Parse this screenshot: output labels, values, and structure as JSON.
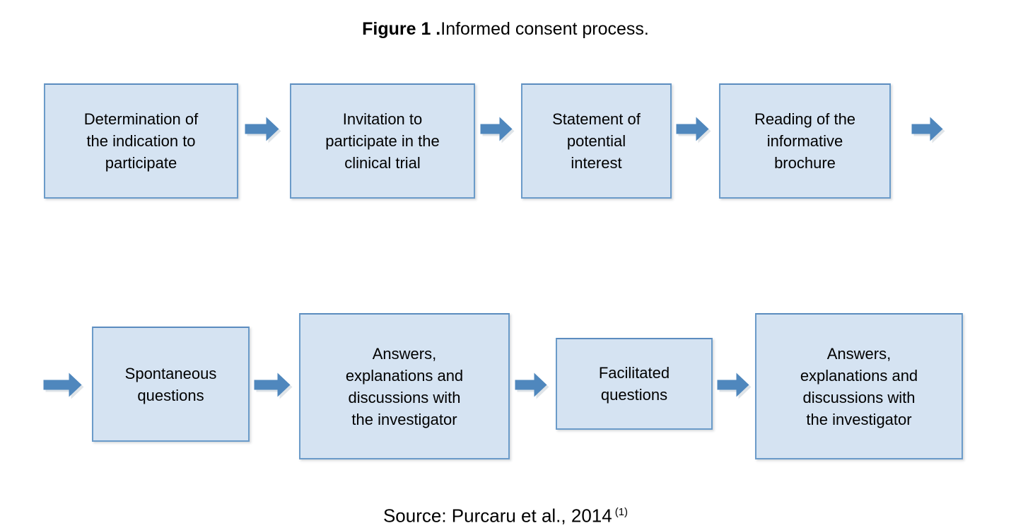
{
  "figure": {
    "title_label": "Figure 1 .",
    "title_caption": "Informed consent process.",
    "source_text": "Source: Purcaru et al., 2014",
    "source_superscript": "(1)",
    "colors": {
      "box_fill": "#d5e3f2",
      "box_border": "#6b9bc9",
      "arrow": "#4f87bd",
      "text": "#000000",
      "background": "#ffffff"
    }
  },
  "flowchart": {
    "type": "process-flow",
    "rows": [
      {
        "name": "row-1",
        "boxes": [
          {
            "id": "box-1",
            "text": "Determination of\nthe indication to\nparticipate"
          },
          {
            "id": "box-2",
            "text": "Invitation to\nparticipate in the\nclinical trial"
          },
          {
            "id": "box-3",
            "text": "Statement of\npotential\ninterest"
          },
          {
            "id": "box-4",
            "text": "Reading of the\ninformative\nbrochure"
          }
        ],
        "arrows": [
          "box-1-to-box-2",
          "box-2-to-box-3",
          "box-3-to-box-4",
          "box-4-to-continuation"
        ]
      },
      {
        "name": "row-2",
        "boxes": [
          {
            "id": "box-5",
            "text": "Spontaneous\nquestions"
          },
          {
            "id": "box-6",
            "text": "Answers,\nexplanations and\ndiscussions with\nthe investigator"
          },
          {
            "id": "box-7",
            "text": "Facilitated\nquestions"
          },
          {
            "id": "box-8",
            "text": "Answers,\nexplanations and\ndiscussions with\nthe investigator"
          }
        ],
        "arrows": [
          "continuation-to-box-5",
          "box-5-to-box-6",
          "box-6-to-box-7",
          "box-7-to-box-8"
        ]
      }
    ]
  }
}
